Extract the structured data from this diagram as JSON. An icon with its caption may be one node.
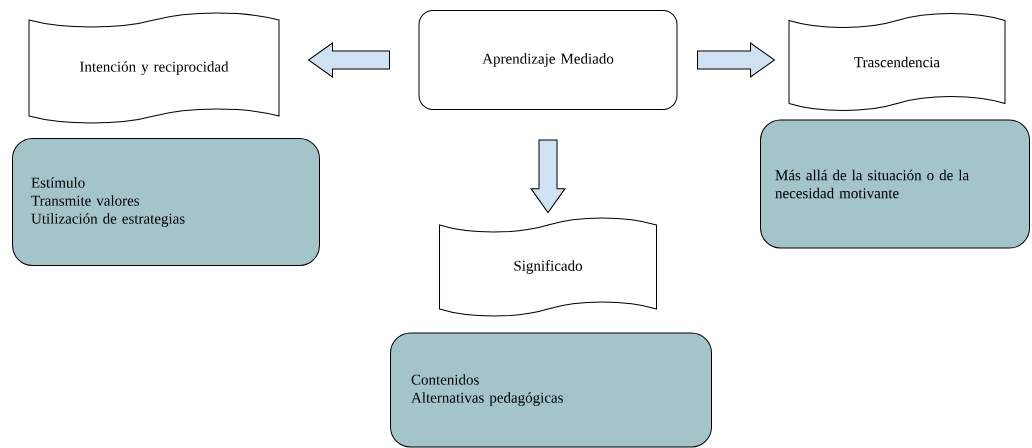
{
  "diagram": {
    "nodes": [
      {
        "text": [
          "Aprendizaje Mediado"
        ]
      },
      {
        "text": [
          "Intención y reciprocidad"
        ]
      },
      {
        "text": [
          "Trascendencia"
        ]
      },
      {
        "text": [
          "Significado"
        ]
      },
      {
        "text": [
          "Estímulo",
          "Transmite valores",
          "Utilización de estrategias"
        ]
      },
      {
        "text": [
          "Más allá de la situación o de la necesidad motivante"
        ]
      },
      {
        "text": [
          "Contenidos",
          "Alternativas pedagógicas"
        ]
      }
    ],
    "edges": [
      {
        "from": 0,
        "to": 1,
        "arrow": "to"
      },
      {
        "from": 0,
        "to": 2,
        "arrow": "to"
      },
      {
        "from": 0,
        "to": 3,
        "arrow": "to"
      }
    ]
  }
}
